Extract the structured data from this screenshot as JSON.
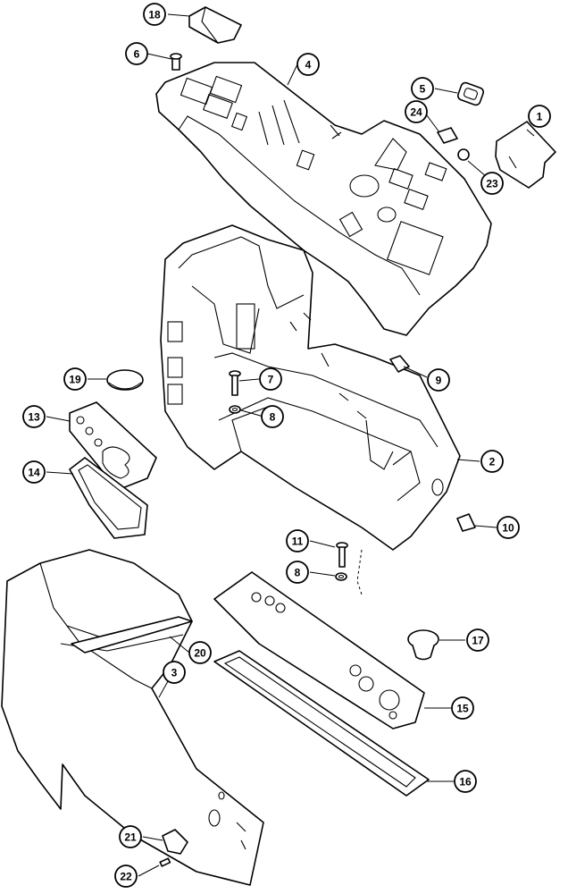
{
  "callouts": [
    {
      "id": "c1",
      "label": "1"
    },
    {
      "id": "c2",
      "label": "2"
    },
    {
      "id": "c3",
      "label": "3"
    },
    {
      "id": "c4",
      "label": "4"
    },
    {
      "id": "c5",
      "label": "5"
    },
    {
      "id": "c6",
      "label": "6"
    },
    {
      "id": "c7",
      "label": "7"
    },
    {
      "id": "c8a",
      "label": "8"
    },
    {
      "id": "c8b",
      "label": "8"
    },
    {
      "id": "c9",
      "label": "9"
    },
    {
      "id": "c10",
      "label": "10"
    },
    {
      "id": "c11",
      "label": "11"
    },
    {
      "id": "c13",
      "label": "13"
    },
    {
      "id": "c14",
      "label": "14"
    },
    {
      "id": "c15",
      "label": "15"
    },
    {
      "id": "c16",
      "label": "16"
    },
    {
      "id": "c17",
      "label": "17"
    },
    {
      "id": "c18",
      "label": "18"
    },
    {
      "id": "c19",
      "label": "19"
    },
    {
      "id": "c20",
      "label": "20"
    },
    {
      "id": "c21",
      "label": "21"
    },
    {
      "id": "c22",
      "label": "22"
    },
    {
      "id": "c23",
      "label": "23"
    },
    {
      "id": "c24",
      "label": "24"
    }
  ]
}
